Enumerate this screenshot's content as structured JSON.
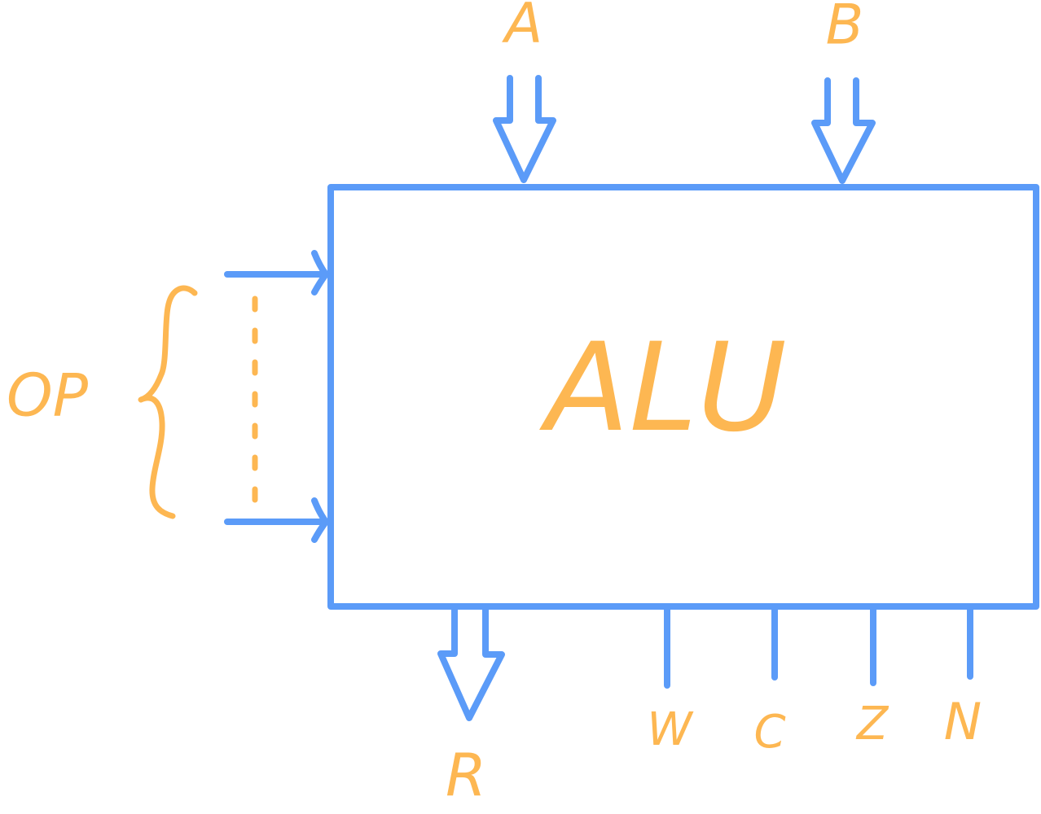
{
  "colors": {
    "wire": "#5b9bf8",
    "ink": "#fdb752",
    "background": "#ffffff"
  },
  "block": {
    "title": "ALU"
  },
  "inputs": {
    "a": "A",
    "b": "B",
    "op": "OP"
  },
  "outputs": {
    "r": "R",
    "flags": [
      "W",
      "C",
      "Z",
      "N"
    ]
  }
}
